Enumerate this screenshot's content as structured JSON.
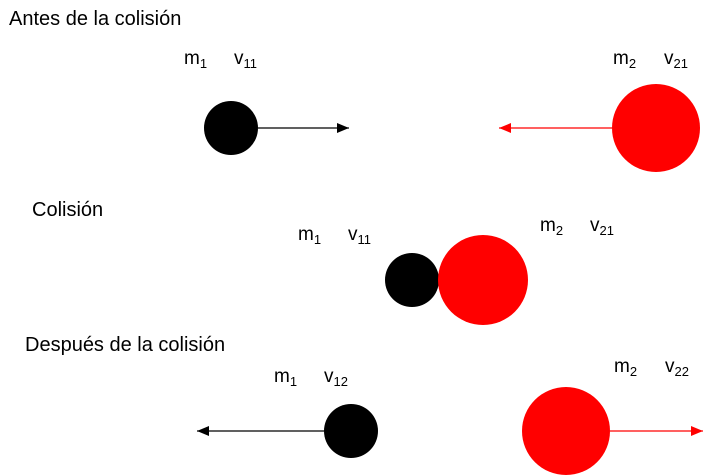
{
  "headings": {
    "before": "Antes de la colisión",
    "collision": "Colisión",
    "after": "Después de la colisión"
  },
  "labels": {
    "before_m1": {
      "base": "m",
      "sub": "1"
    },
    "before_v1": {
      "base": "v",
      "sub": "11"
    },
    "before_m2": {
      "base": "m",
      "sub": "2"
    },
    "before_v2": {
      "base": "v",
      "sub": "21"
    },
    "collision_m1": {
      "base": "m",
      "sub": "1"
    },
    "collision_v1": {
      "base": "v",
      "sub": "11"
    },
    "collision_m2": {
      "base": "m",
      "sub": "2"
    },
    "collision_v2": {
      "base": "v",
      "sub": "21"
    },
    "after_m1": {
      "base": "m",
      "sub": "1"
    },
    "after_v1": {
      "base": "v",
      "sub": "12"
    },
    "after_m2": {
      "base": "m",
      "sub": "2"
    },
    "after_v2": {
      "base": "v",
      "sub": "22"
    }
  },
  "colors": {
    "ball1": "#000000",
    "ball2": "#ff0000",
    "arrow1": "#000000",
    "arrow2": "#ff0000"
  }
}
